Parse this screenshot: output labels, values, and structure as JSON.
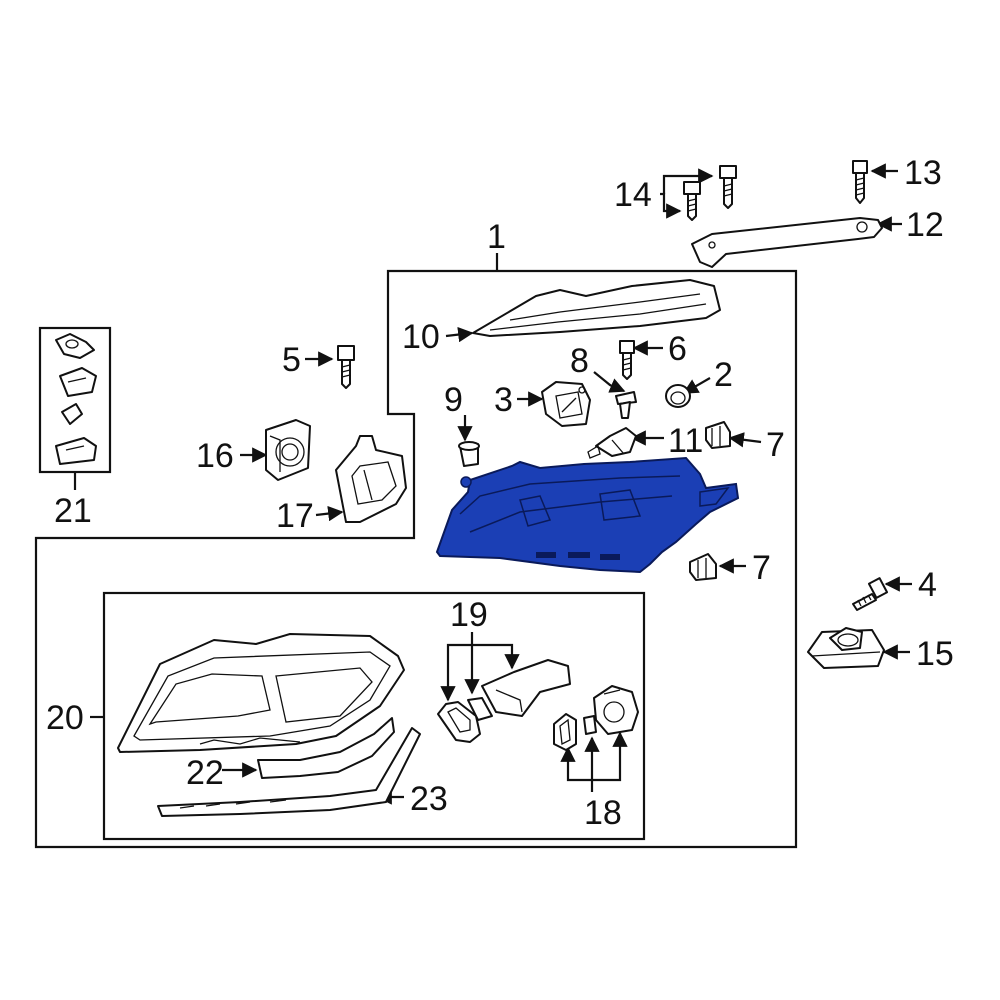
{
  "diagram": {
    "highlight_color": "#1b3fb5",
    "callouts": [
      {
        "id": "c1",
        "text": "1"
      },
      {
        "id": "c2",
        "text": "2"
      },
      {
        "id": "c3",
        "text": "3"
      },
      {
        "id": "c4",
        "text": "4"
      },
      {
        "id": "c5",
        "text": "5"
      },
      {
        "id": "c6",
        "text": "6"
      },
      {
        "id": "c7a",
        "text": "7"
      },
      {
        "id": "c7b",
        "text": "7"
      },
      {
        "id": "c8",
        "text": "8"
      },
      {
        "id": "c9",
        "text": "9"
      },
      {
        "id": "c10",
        "text": "10"
      },
      {
        "id": "c11",
        "text": "11"
      },
      {
        "id": "c12",
        "text": "12"
      },
      {
        "id": "c13",
        "text": "13"
      },
      {
        "id": "c14",
        "text": "14"
      },
      {
        "id": "c15",
        "text": "15"
      },
      {
        "id": "c16",
        "text": "16"
      },
      {
        "id": "c17",
        "text": "17"
      },
      {
        "id": "c18",
        "text": "18"
      },
      {
        "id": "c19",
        "text": "19"
      },
      {
        "id": "c20",
        "text": "20"
      },
      {
        "id": "c21",
        "text": "21"
      },
      {
        "id": "c22",
        "text": "22"
      },
      {
        "id": "c23",
        "text": "23"
      }
    ]
  }
}
